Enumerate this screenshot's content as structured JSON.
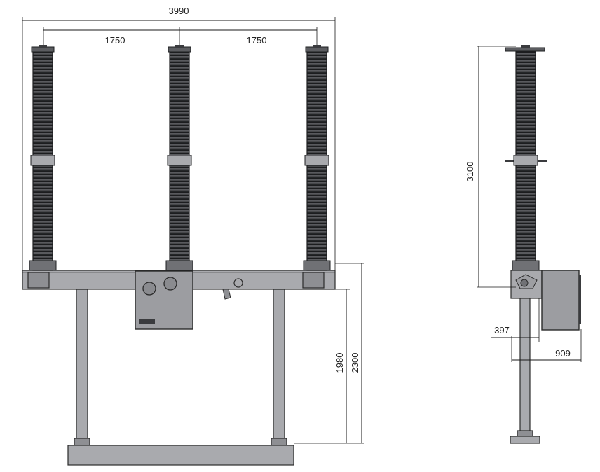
{
  "dimensions": {
    "overall_width": "3990",
    "left_spacing": "1750",
    "right_spacing": "1750",
    "frame_height": "1980",
    "total_height": "2300",
    "side_height": "3100",
    "side_offset_a": "397",
    "side_offset_b": "909"
  },
  "colors": {
    "insulator": "#3f4043",
    "insulator_edge": "#1e1f21",
    "steel": "#a9aaae",
    "outline": "#2b2b2b"
  }
}
